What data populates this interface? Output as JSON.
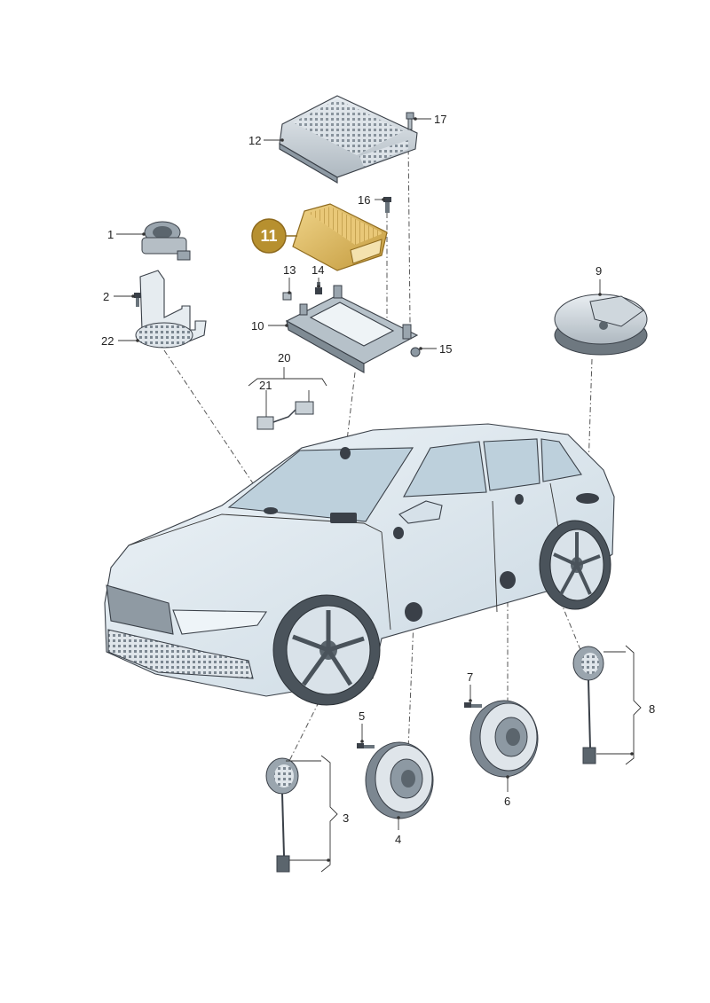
{
  "diagram": {
    "title": "",
    "highlighted_part": "11",
    "highlight_color": "#c9a046",
    "vehicle_color": "#d9e6ee",
    "labels": {
      "p1": "1",
      "p2": "2",
      "p3": "3",
      "p4": "4",
      "p5": "5",
      "p6": "6",
      "p7": "7",
      "p8": "8",
      "p9": "9",
      "p10": "10",
      "p11": "11",
      "p12": "12",
      "p13": "13",
      "p14": "14",
      "p15": "15",
      "p16": "16",
      "p17": "17",
      "p20": "20",
      "p21": "21",
      "p22": "22"
    }
  }
}
